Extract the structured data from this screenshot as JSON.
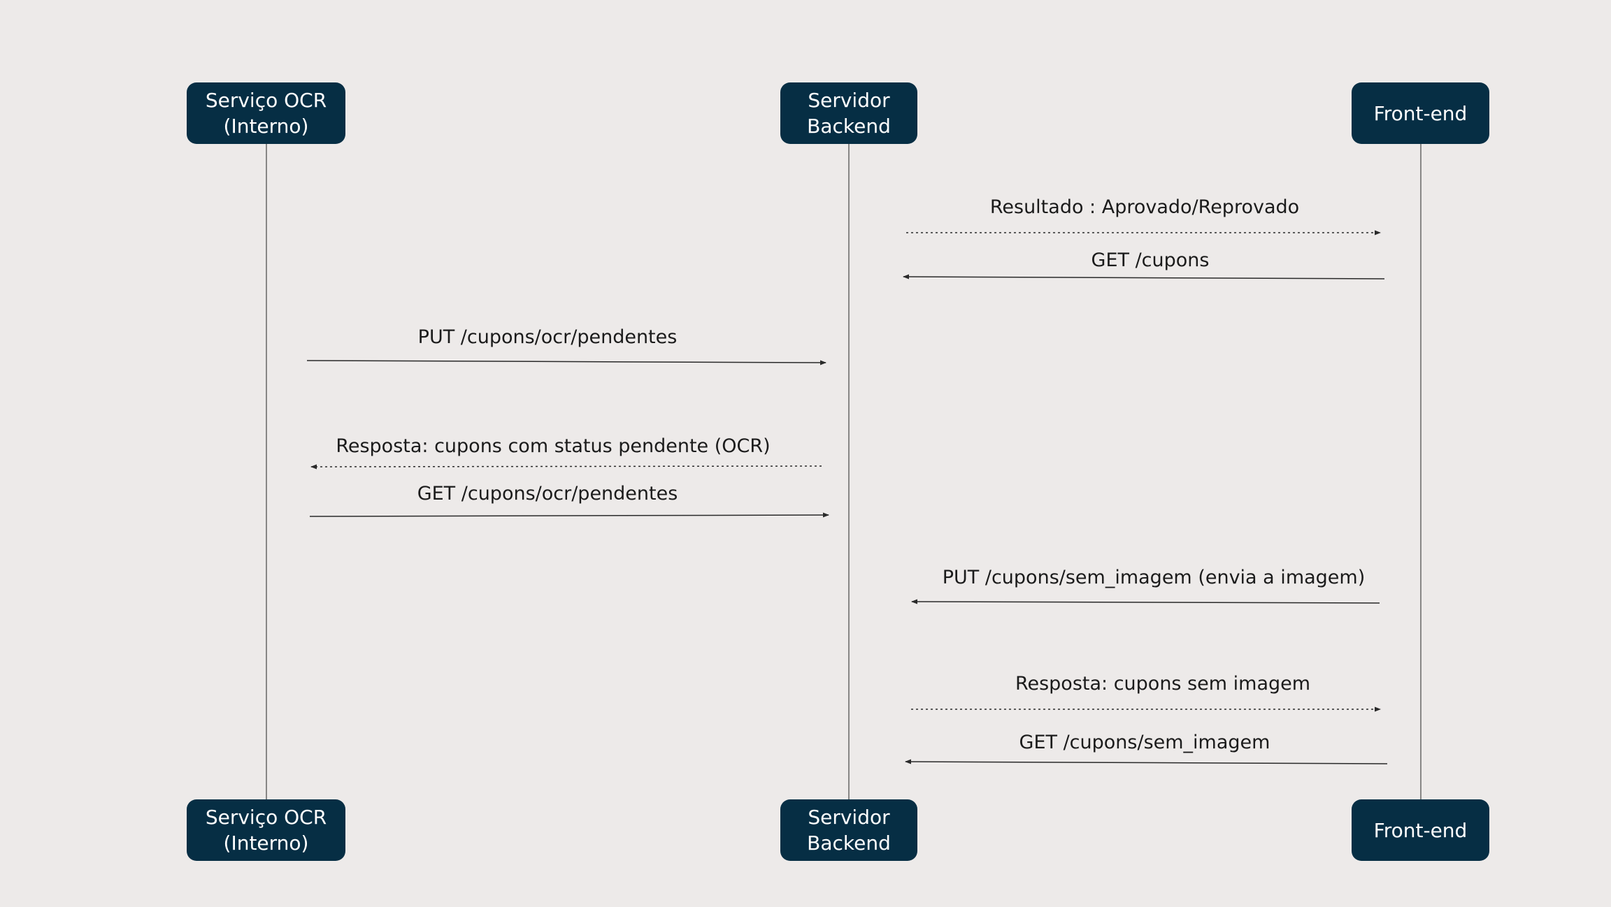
{
  "actors": [
    {
      "id": "ocr",
      "name": "Serviço OCR\n(Interno)"
    },
    {
      "id": "backend",
      "name": "Servidor\nBackend"
    },
    {
      "id": "frontend",
      "name": "Front-end"
    }
  ],
  "messages": [
    {
      "id": "m1",
      "from": "backend",
      "to": "frontend",
      "label": "Resultado : Aprovado/Reprovado",
      "style": "dashed"
    },
    {
      "id": "m2",
      "from": "frontend",
      "to": "backend",
      "label": "GET /cupons",
      "style": "solid"
    },
    {
      "id": "m3",
      "from": "ocr",
      "to": "backend",
      "label": "PUT /cupons/ocr/pendentes",
      "style": "solid"
    },
    {
      "id": "m4",
      "from": "backend",
      "to": "ocr",
      "label": "Resposta: cupons com status pendente (OCR)",
      "style": "dashed"
    },
    {
      "id": "m5",
      "from": "ocr",
      "to": "backend",
      "label": "GET /cupons/ocr/pendentes",
      "style": "solid"
    },
    {
      "id": "m6",
      "from": "frontend",
      "to": "backend",
      "label": "PUT /cupons/sem_imagem (envia a imagem)",
      "style": "solid"
    },
    {
      "id": "m7",
      "from": "backend",
      "to": "frontend",
      "label": "Resposta: cupons sem imagem",
      "style": "dashed"
    },
    {
      "id": "m8",
      "from": "frontend",
      "to": "backend",
      "label": "GET /cupons/sem_imagem",
      "style": "solid"
    }
  ],
  "colors": {
    "background": "#edeae9",
    "actor_fill": "#062e44",
    "actor_text": "#ffffff",
    "lifeline": "#6e6e6e",
    "arrow": "#2a2a2a",
    "label_text": "#1b1b1b"
  }
}
